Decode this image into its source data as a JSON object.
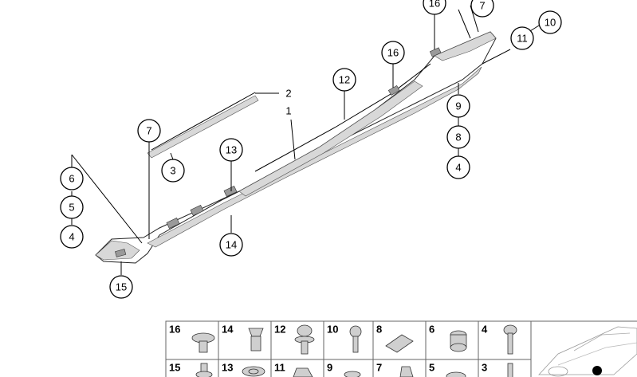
{
  "callouts": [
    {
      "id": "c16a",
      "label": "16"
    },
    {
      "id": "c7a",
      "label": "7"
    },
    {
      "id": "c10",
      "label": "10"
    },
    {
      "id": "c11",
      "label": "11"
    },
    {
      "id": "c16b",
      "label": "16"
    },
    {
      "id": "c12",
      "label": "12"
    },
    {
      "id": "c9",
      "label": "9"
    },
    {
      "id": "c8",
      "label": "8"
    },
    {
      "id": "c4a",
      "label": "4"
    },
    {
      "id": "c7b",
      "label": "7"
    },
    {
      "id": "c3",
      "label": "3"
    },
    {
      "id": "c13",
      "label": "13"
    },
    {
      "id": "c6",
      "label": "6"
    },
    {
      "id": "c5",
      "label": "5"
    },
    {
      "id": "c4b",
      "label": "4"
    },
    {
      "id": "c14",
      "label": "14"
    },
    {
      "id": "c15",
      "label": "15"
    }
  ],
  "plain_labels": [
    {
      "id": "p2",
      "label": "2"
    },
    {
      "id": "p1",
      "label": "1"
    }
  ],
  "parts_table": {
    "row1": [
      "16",
      "14",
      "12",
      "10",
      "8",
      "6",
      "4"
    ],
    "row2": [
      "15",
      "13",
      "11",
      "9",
      "7",
      "5",
      "3"
    ]
  },
  "colors": {
    "line": "#000000",
    "shade": "#d8d8d8",
    "background": "#ffffff"
  }
}
